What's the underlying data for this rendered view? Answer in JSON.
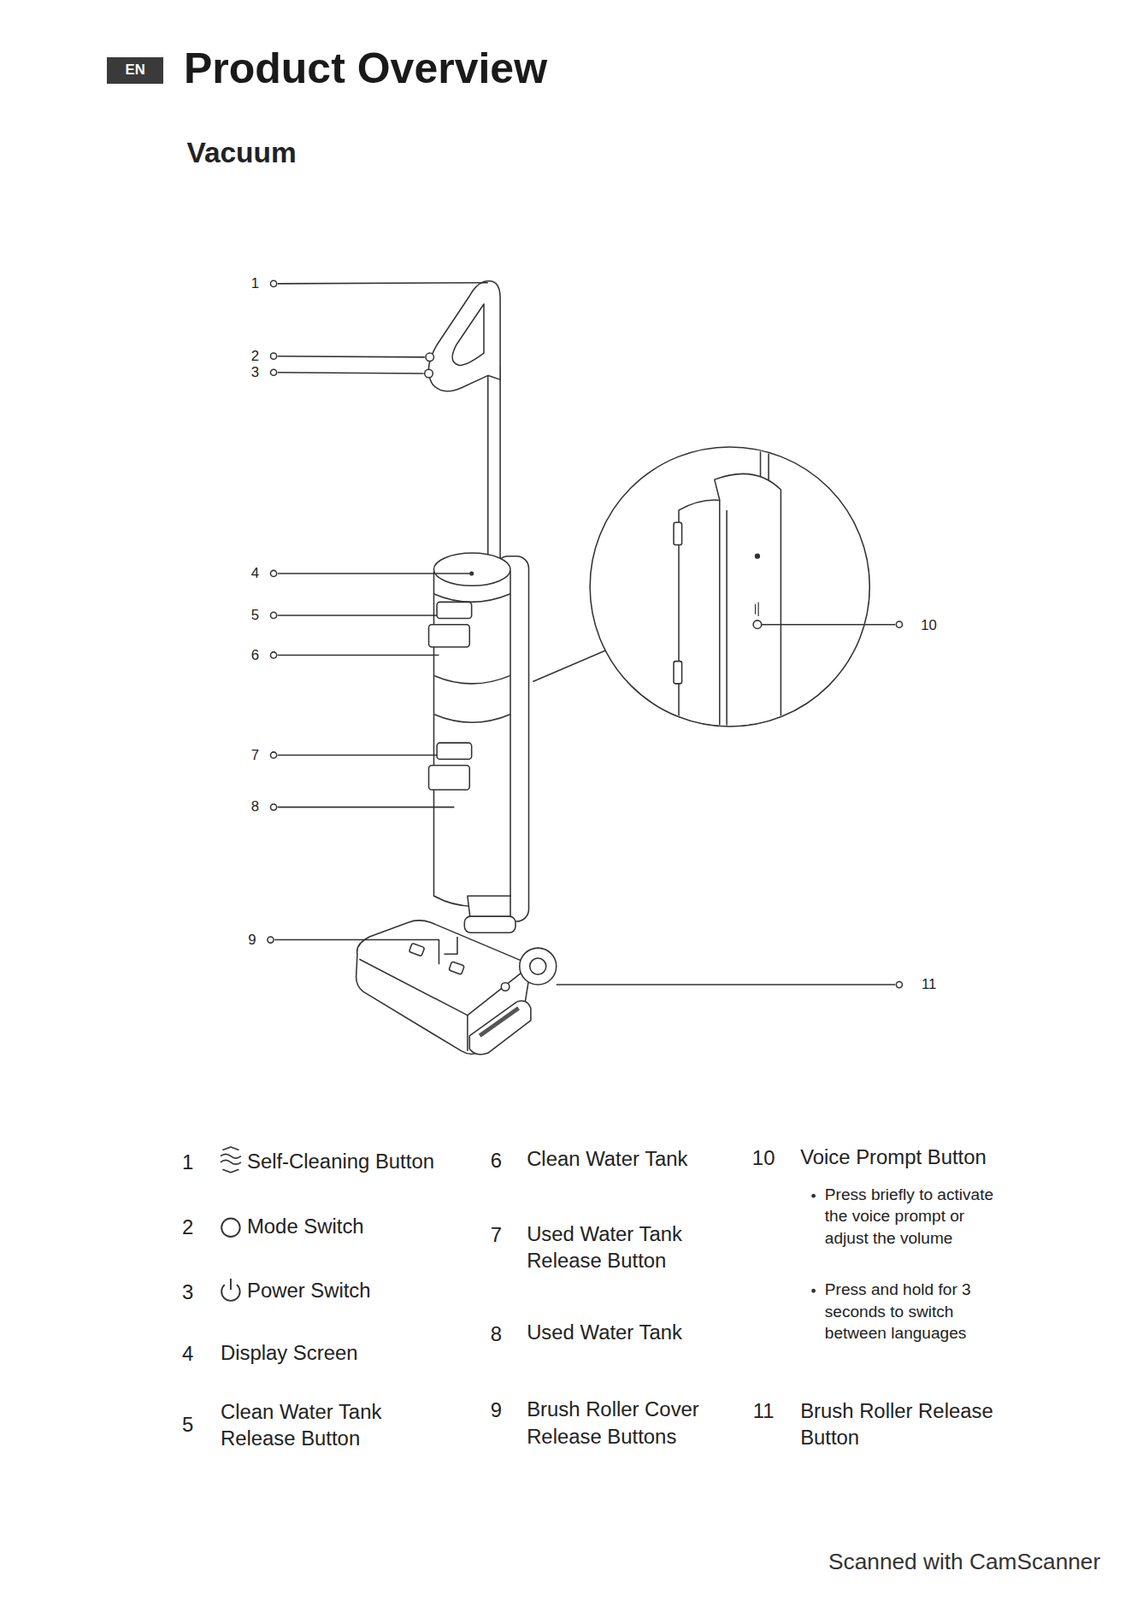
{
  "diagram": {
    "title": "Product Overview",
    "nodes": [
      {
        "text": [
          "EN"
        ]
      }
    ],
    "labels": [
      "Vacuum",
      "1",
      "2",
      "3",
      "4",
      "5",
      "6",
      "7",
      "8",
      "9",
      "10",
      "11",
      "1",
      "Self-Cleaning Button",
      "2",
      "Mode Switch",
      "3",
      "Power Switch",
      "4",
      "Display Screen",
      "5",
      "Clean Water Tank Release Button",
      "6",
      "Clean Water Tank",
      "7",
      "Used Water Tank Release Button",
      "8",
      "Used Water Tank",
      "9",
      "Brush Roller Cover Release Buttons",
      "10",
      "Voice Prompt Button",
      "Press briefly to activate the voice prompt or adjust the volume",
      "Press and hold for 3 seconds to switch between languages",
      "11",
      "Brush Roller Release Button",
      "Scanned with CamScanner"
    ]
  }
}
